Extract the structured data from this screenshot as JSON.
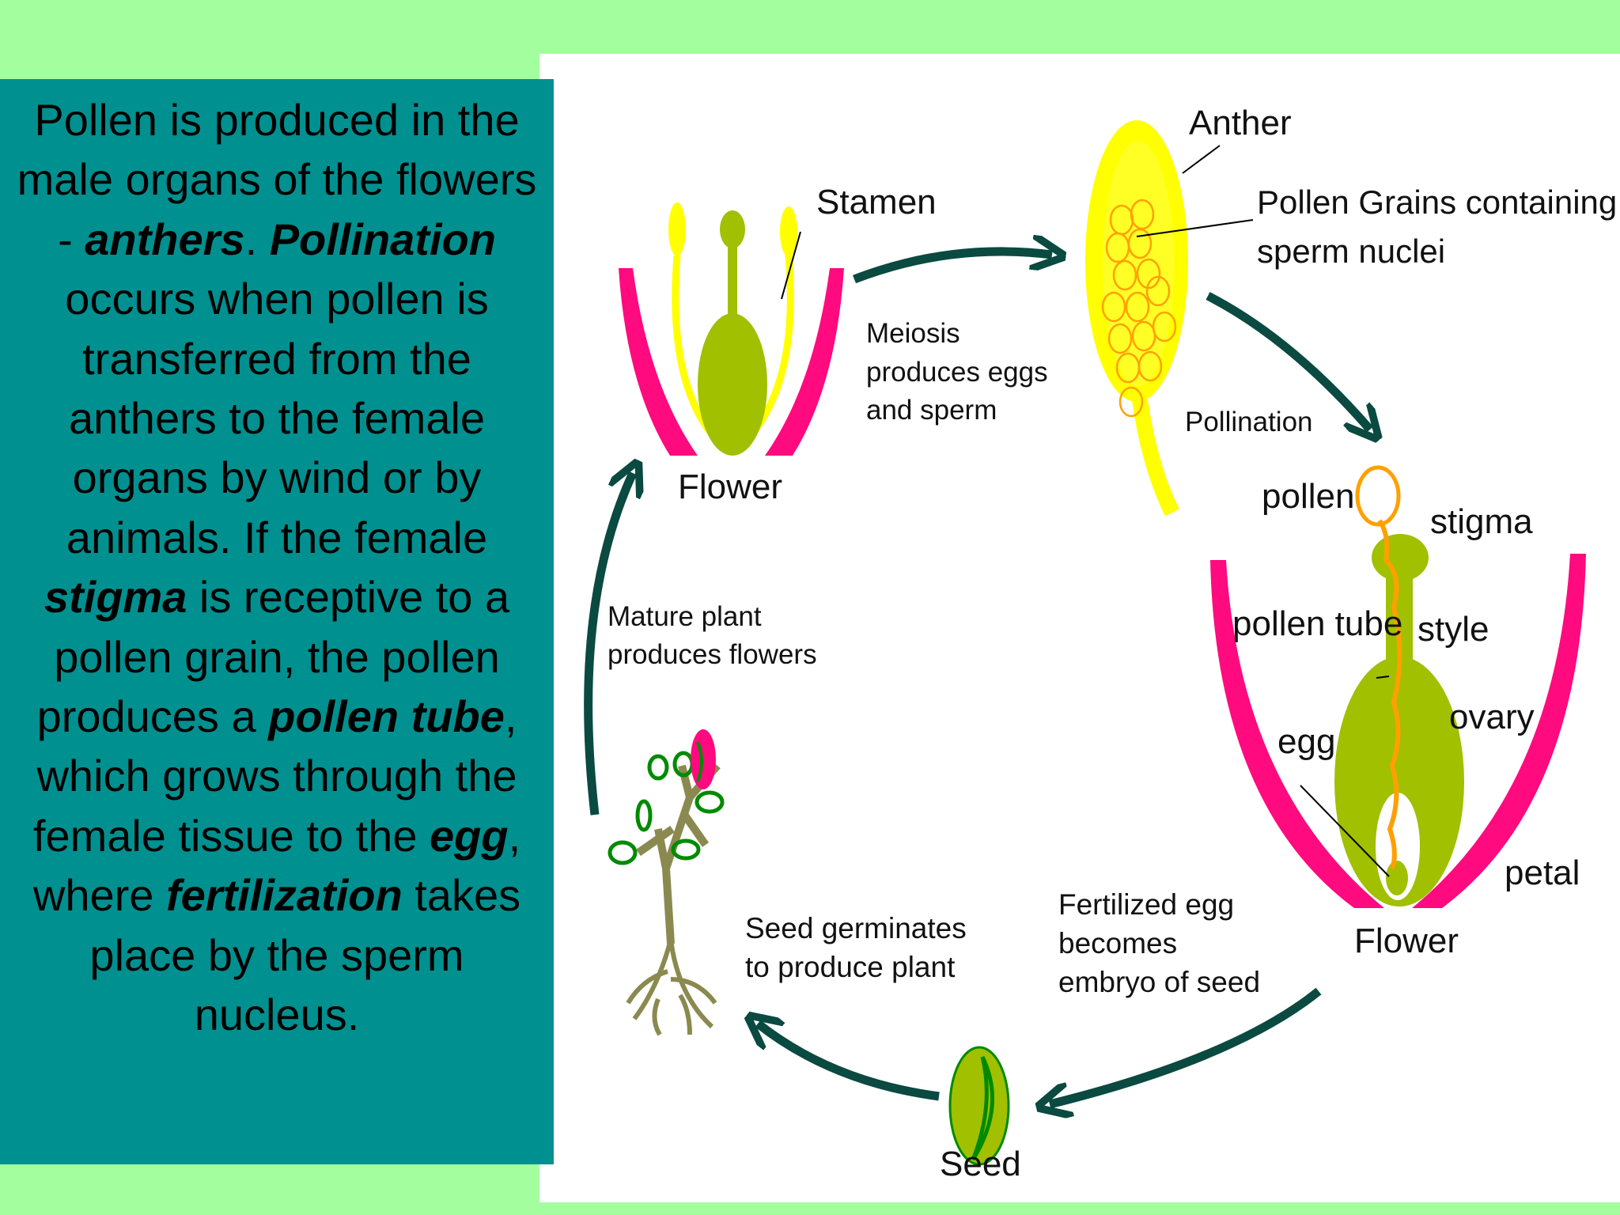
{
  "text_panel": {
    "paragraph": [
      {
        "t": "Pollen is produced in the male organs of the flowers - "
      },
      {
        "t": "anthers",
        "em": true
      },
      {
        "t": ". "
      },
      {
        "t": "Pollination",
        "em": true
      },
      {
        "t": " occurs when pollen is transferred from the anthers to the female organs by wind or by animals. If the female "
      },
      {
        "t": "stigma",
        "em": true
      },
      {
        "t": " is receptive to a pollen grain, the pollen produces a "
      },
      {
        "t": "pollen tube",
        "em": true
      },
      {
        "t": ", which grows through the female tissue to the "
      },
      {
        "t": "egg",
        "em": true
      },
      {
        "t": ", where "
      },
      {
        "t": "fertilization",
        "em": true
      },
      {
        "t": " takes place by the sperm nucleus."
      }
    ]
  },
  "diagram": {
    "labels": {
      "stamen": "Stamen",
      "anther": "Anther",
      "pollen_grains_1": "Pollen Grains containing",
      "pollen_grains_2": "sperm nuclei",
      "meiosis_1": "Meiosis",
      "meiosis_2": "produces eggs",
      "meiosis_3": "and sperm",
      "flower_top": "Flower",
      "pollination": "Pollination",
      "pollen": "pollen",
      "stigma": "stigma",
      "pollen_tube": "pollen tube",
      "style": "style",
      "ovary": "ovary",
      "egg": "egg",
      "petal": "petal",
      "flower_right": "Flower",
      "mature_1": "Mature plant",
      "mature_2": "produces flowers",
      "germinate_1": "Seed germinates",
      "germinate_2": "to produce plant",
      "fertilized_1": "Fertilized egg",
      "fertilized_2": "becomes",
      "fertilized_3": "embryo of seed",
      "seed": "Seed"
    },
    "colors": {
      "petal": "#ff0a7f",
      "stamen": "#ffff00",
      "pistil": "#a0c000",
      "pollen_tube": "#ffa000",
      "arrow": "#0a4a40",
      "stem": "#8a8a50",
      "leaf": "#008a00"
    }
  },
  "colors": {
    "background": "#a3ff9d",
    "text_panel": "#009090"
  }
}
